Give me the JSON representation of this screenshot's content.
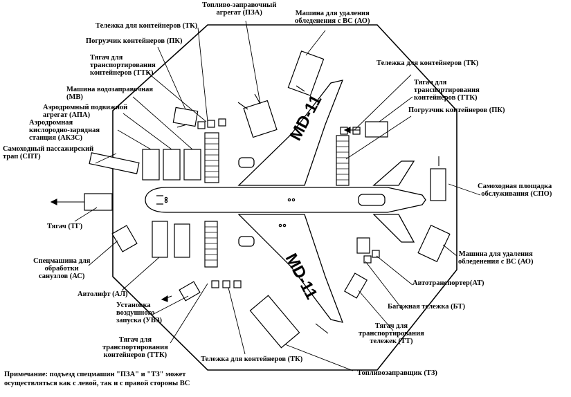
{
  "labels": {
    "pza": "Топливо-заправочный\nагрегат (ПЗА)",
    "tk_top": "Тележка для контейнеров (ТК)",
    "ao_top": "Машина для удаления\nобледенения с ВС (АО)",
    "pk_left": "Погрузчик контейнеров (ПК)",
    "ttk_left": "Тягач для\nтранспортирования\nконтейнеров (ТТК)",
    "mv": "Машина водозаправочная\n(МВ)",
    "apa": "Аэродромный подвижной\nагрегат (АПА)",
    "akzs": "Аэродромная\nкислородно-зарядная\nстанция (АКЗС)",
    "spt": "Самоходный пассажирский\nтрап (СПТ)",
    "tg": "Тягач (ТГ)",
    "as": "Спецмашина для\nобработки\nсанузлов (АС)",
    "al": "Автолифт (АЛ)",
    "uvz": "Установка\nвоздушного\nзапуска (УВЗ)",
    "ttk_bottom": "Тягач для\nтранспортирования\nконтейнеров (ТТК)",
    "tk_bottom": "Тележка для контейнеров (ТК)",
    "tz": "Топливозаправщик (ТЗ)",
    "tk_right": "Тележка для контейнеров (ТК)",
    "ttk_right": "Тягач для\nтранспортирования\nконтейнеров (ТТК)",
    "pk_right": "Погрузчик контейнеров (ПК)",
    "spo": "Самоходная площадка\nобслуживания (СПО)",
    "ao_right": "Машина для удаления\nобледенения с ВС (АО)",
    "at": "Автотранспортер(АТ)",
    "bt": "Багажная тележка (БТ)",
    "tt": "Тягач для\nтранспортирования\nтележек (ТТ)"
  },
  "aircraft_markings": {
    "wing_top": "MD-11",
    "wing_bottom": "MD-11"
  },
  "note": "Примечание: подъезд спецмашин \"ПЗА\" и \"ТЗ\" может\nосуществляться как с левой, так и с правой стороны ВС"
}
